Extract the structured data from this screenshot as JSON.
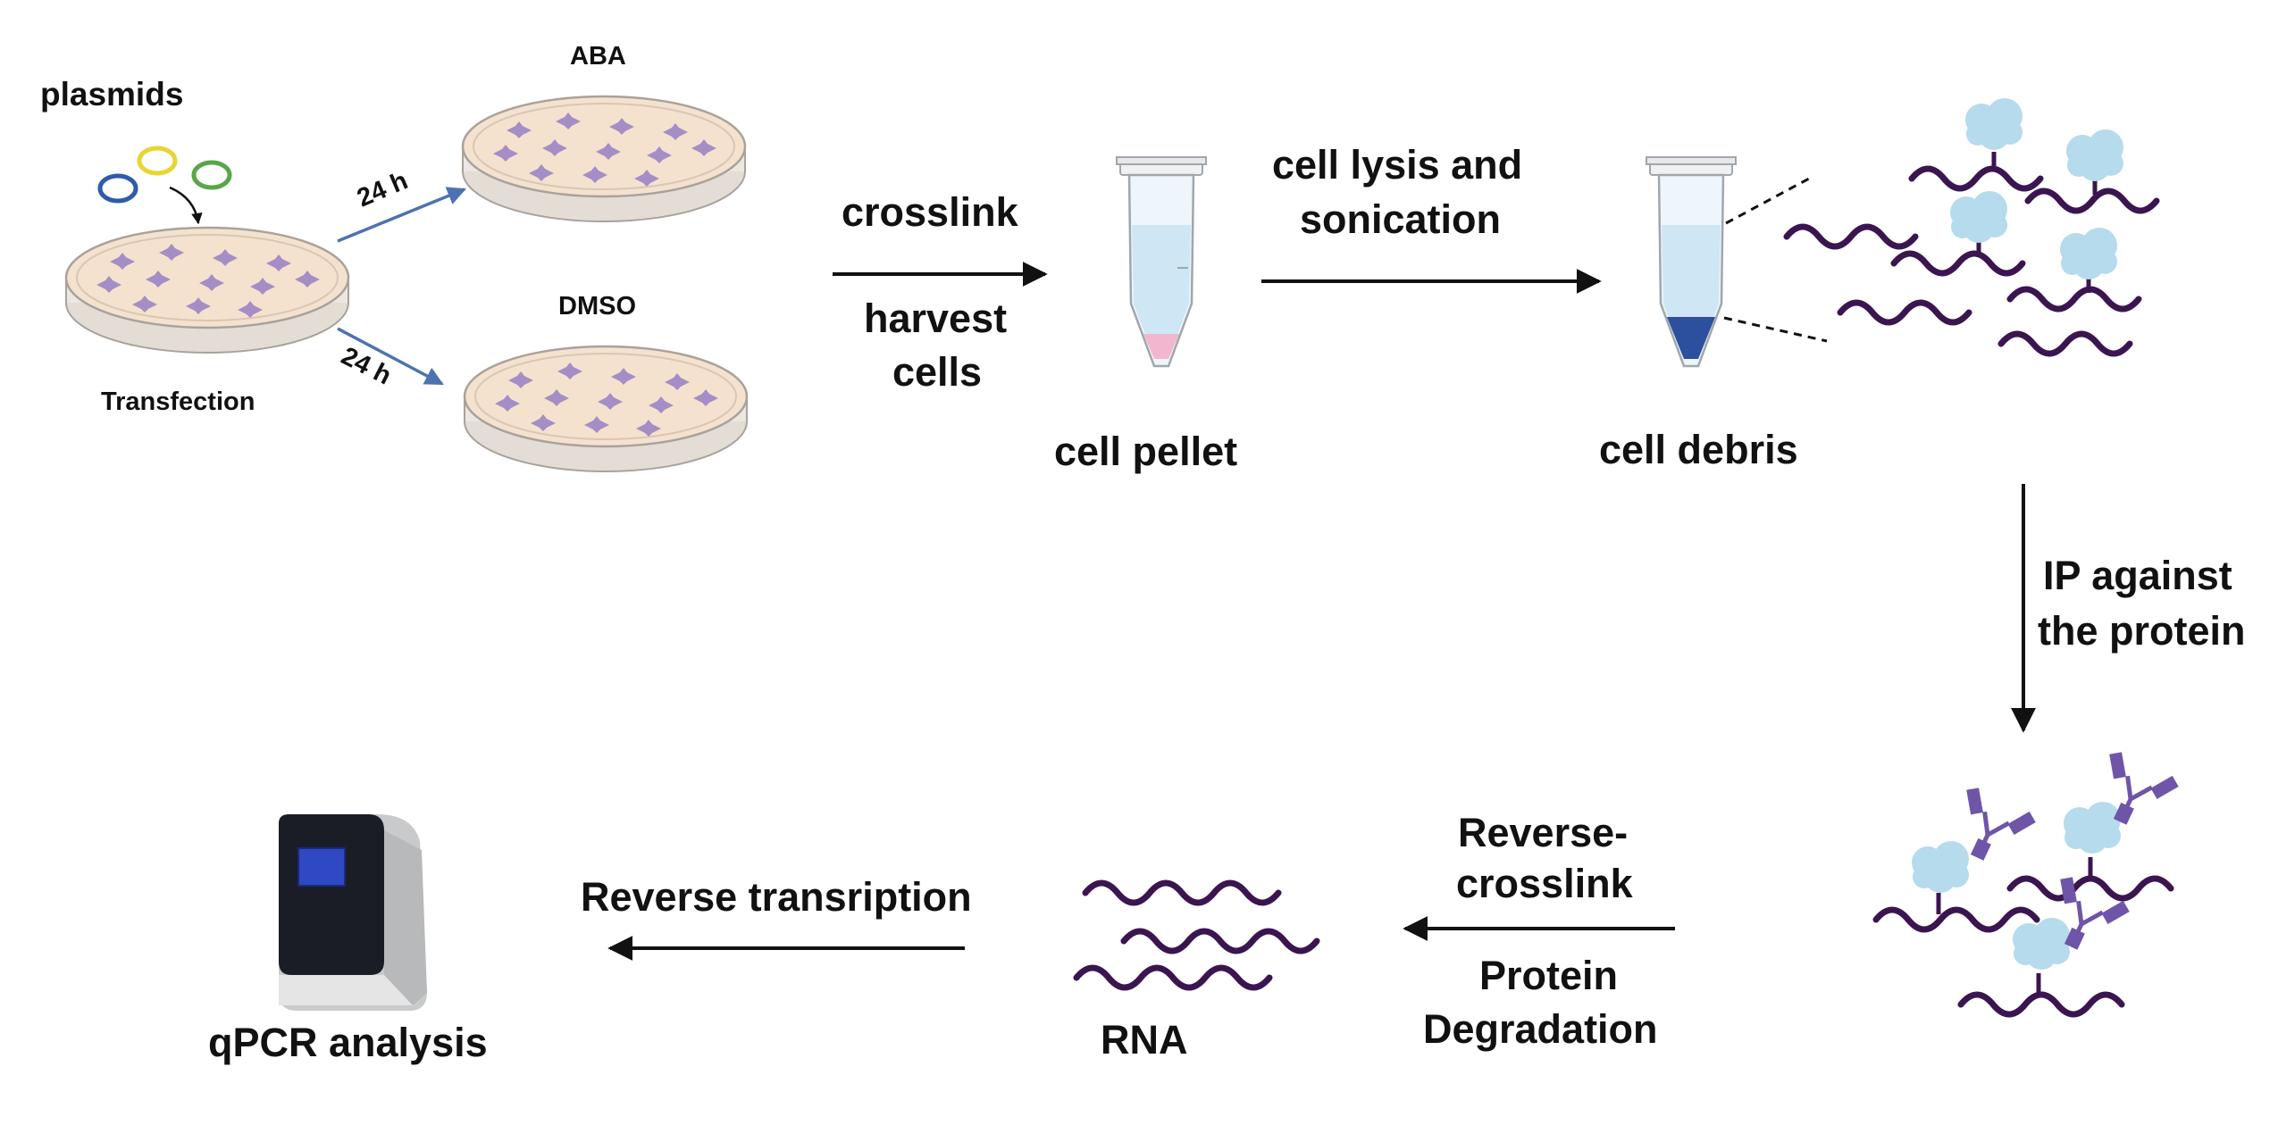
{
  "colors": {
    "ink": "#111111",
    "dish_fill": "#f4e2cf",
    "dish_rim": "#b9b2ab",
    "cell_purple": "#9c85c4",
    "rna_purple": "#3b1550",
    "protein_blue": "#b5dbec",
    "antibody_purple": "#6f55a8",
    "tube_blue": "#cfe6f4",
    "pellet_pink": "#f2b7cf",
    "debris_navy": "#2c4f9e",
    "plasmid_blue": "#2e5ca8",
    "plasmid_yellow": "#e8d531",
    "plasmid_green": "#58a64a",
    "time_arrow": "#4c73b0"
  },
  "labels": {
    "plasmids": "plasmids",
    "transfection": "Transfection",
    "aba": "ABA",
    "dmso": "DMSO",
    "time_top": "24 h",
    "time_bottom": "24 h",
    "crosslink": "crosslink",
    "harvest_line1": "harvest",
    "harvest_line2": "cells",
    "cell_pellet": "cell pellet",
    "lysis_line1": "cell lysis and",
    "lysis_line2": "sonication",
    "cell_debris": "cell debris",
    "ip_line1": "IP against",
    "ip_line2": "the protein",
    "reverse_line1": "Reverse-",
    "reverse_line2": "crosslink",
    "protein_line1": "Protein",
    "protein_line2": "Degradation",
    "rna": "RNA",
    "reverse_transcription": "Reverse transription",
    "qpcr": "qPCR analysis"
  },
  "icons": [
    "plasmid-ring-icon",
    "petri-dish-icon",
    "microtube-icon",
    "rna-strand-icon",
    "rna-binding-protein-icon",
    "antibody-icon",
    "qpcr-machine-icon"
  ]
}
